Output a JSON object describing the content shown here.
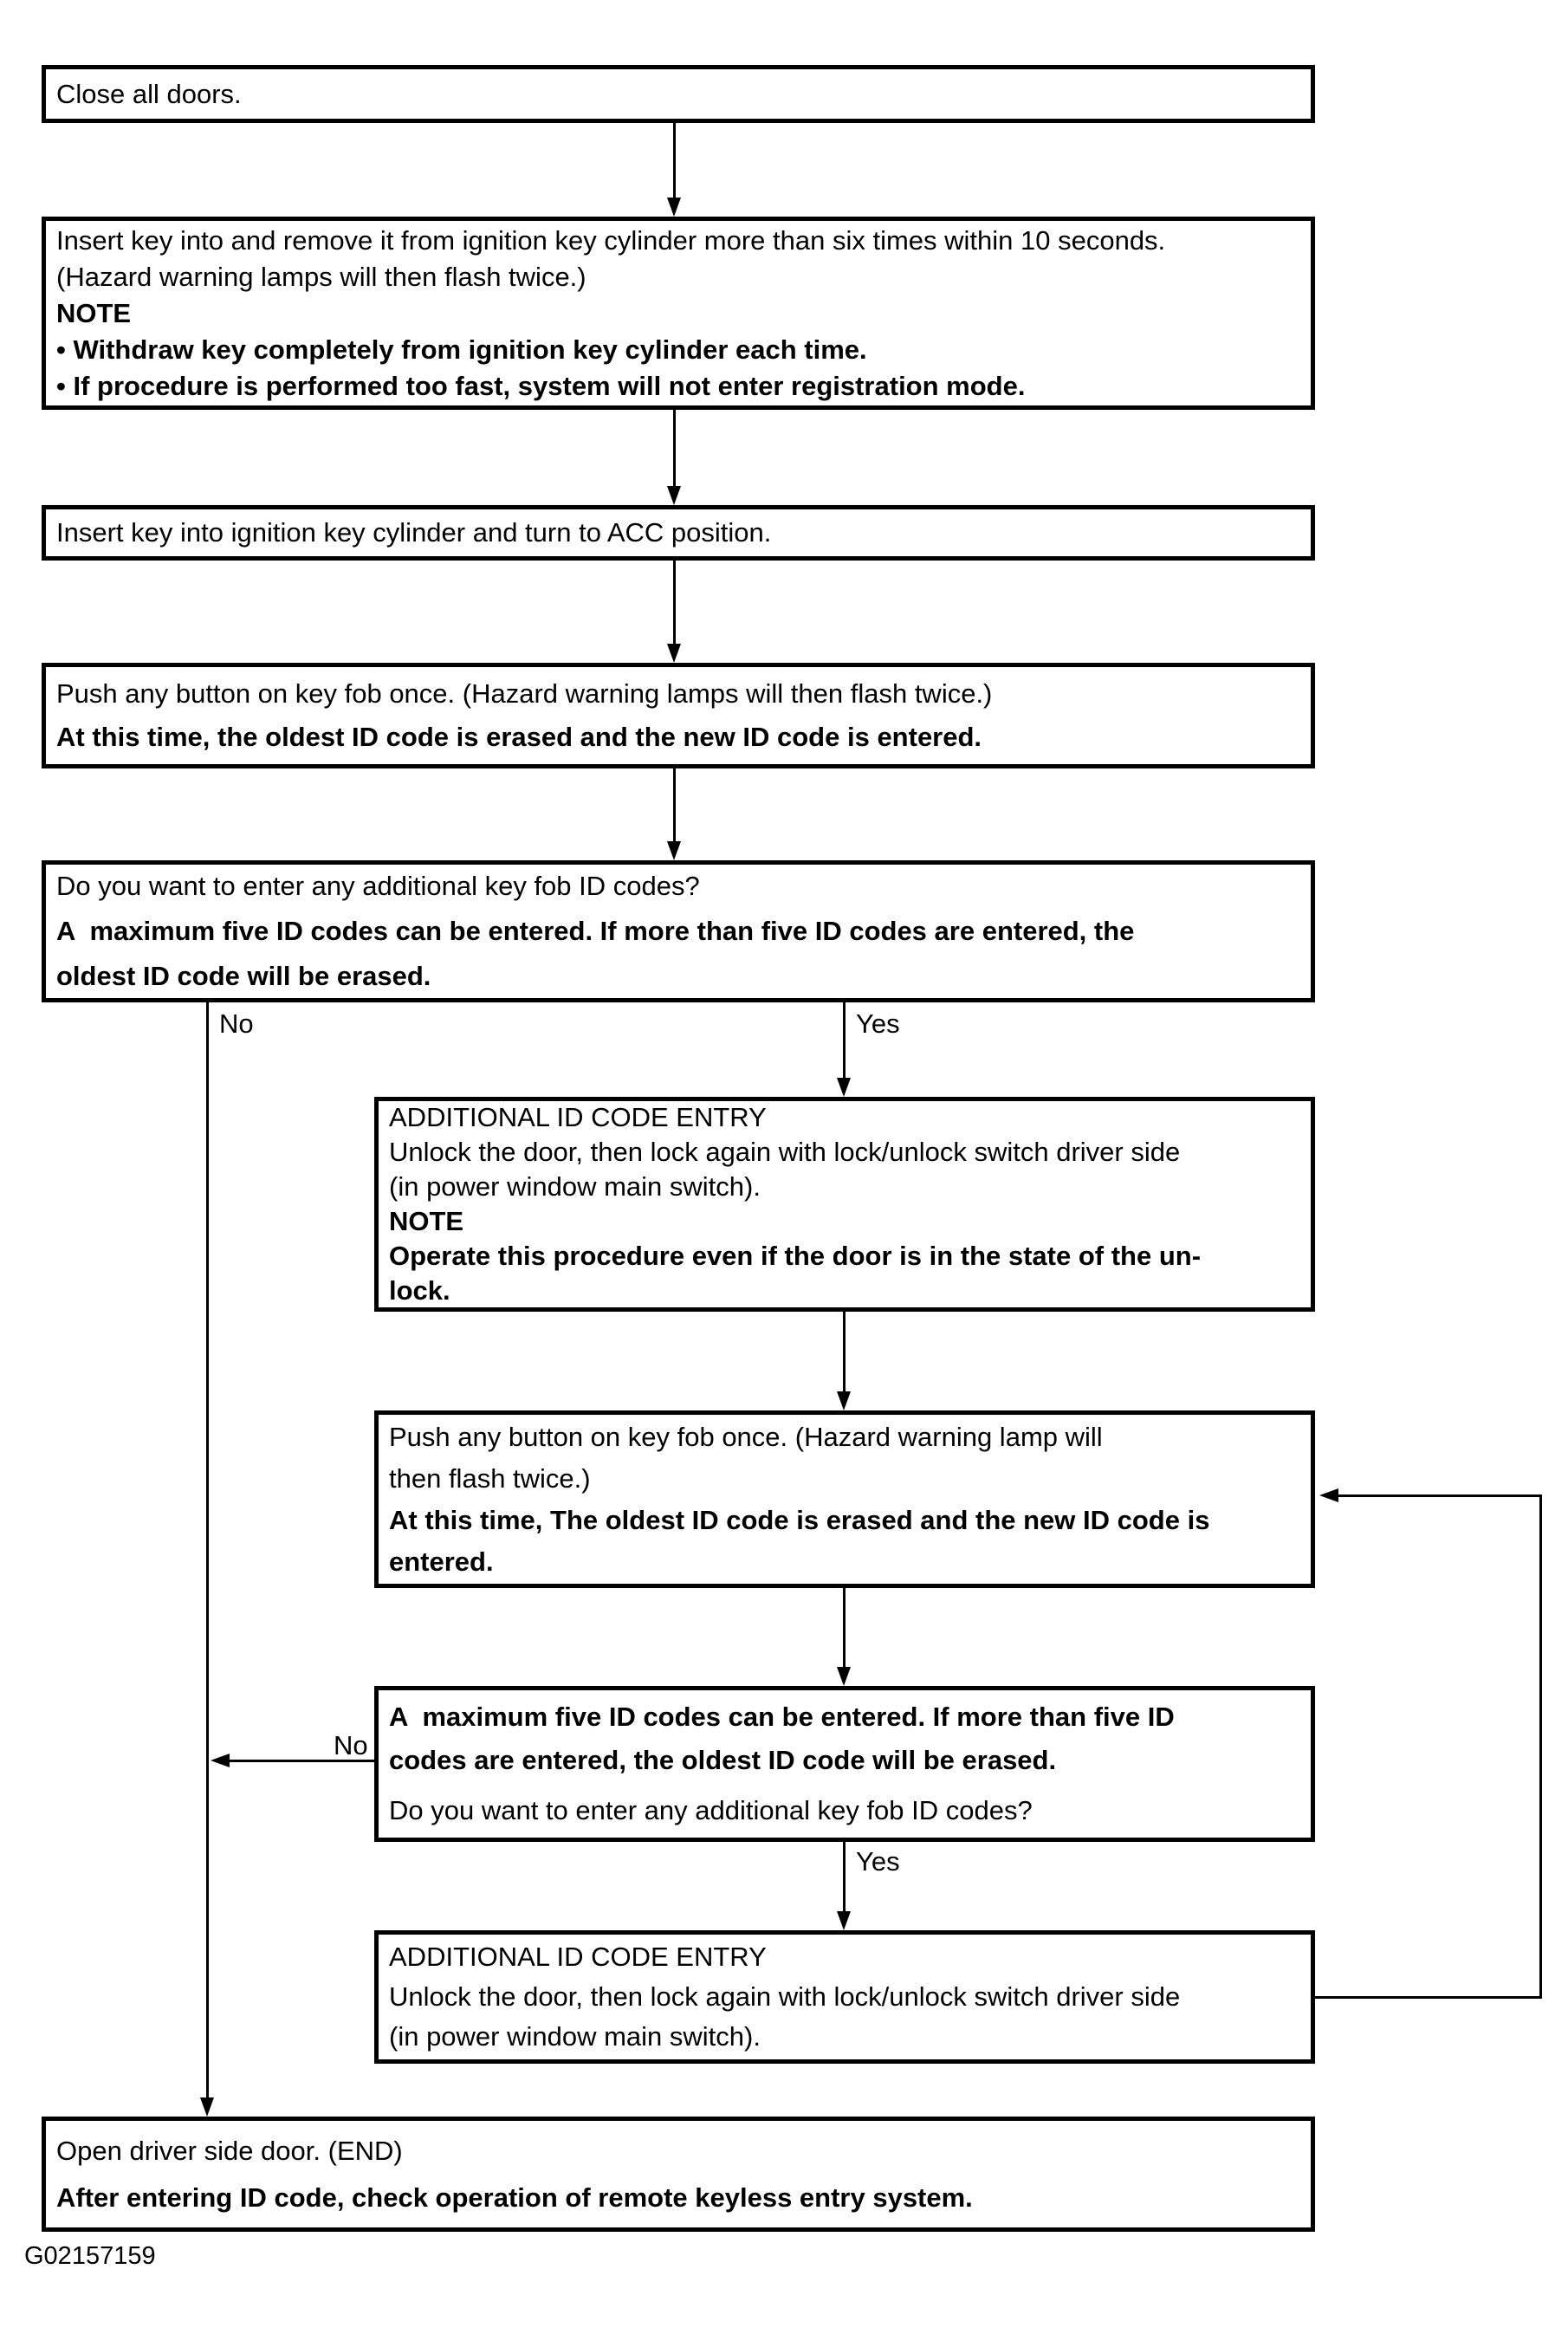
{
  "figure": {
    "code": "G02157159"
  },
  "branches": {
    "no1": "No",
    "yes1": "Yes",
    "no2": "No",
    "yes2": "Yes"
  },
  "boxes": {
    "close_doors": {
      "lines": [
        "Close all doors."
      ]
    },
    "insert_remove_key": {
      "lines": [
        "Insert key into and remove it from ignition key cylinder more than six times within 10 seconds.",
        "(Hazard warning lamps will then flash twice.)",
        "NOTE",
        "• Withdraw key completely from ignition key cylinder each time.",
        "• If procedure is performed too fast, system will not enter registration mode."
      ]
    },
    "turn_to_acc": {
      "lines": [
        "Insert key into ignition key cylinder and turn to ACC position."
      ]
    },
    "push_button_1": {
      "lines": [
        "Push any button on key fob once. (Hazard warning lamps will then flash twice.)",
        "At this time, the oldest ID code is erased and the new ID code is entered."
      ]
    },
    "additional_question_1": {
      "lines": [
        "Do you want to enter any additional key fob ID codes?",
        "A  maximum five ID codes can be entered. If more than five ID codes are entered, the",
        "oldest ID code will be erased."
      ]
    },
    "additional_entry_1": {
      "lines": [
        "ADDITIONAL ID CODE ENTRY",
        "Unlock the door, then lock again with lock/unlock switch driver side",
        "(in power window main switch).",
        "NOTE",
        "Operate this procedure even if the door is in the state of the un-",
        "lock."
      ]
    },
    "push_button_2": {
      "lines": [
        "Push any button on key fob once. (Hazard warning lamp will",
        "then flash twice.)",
        "At this time, The oldest ID code is erased and the new ID code is",
        "entered."
      ]
    },
    "additional_question_2": {
      "lines": [
        "A  maximum five ID codes can be entered. If more than five ID",
        "codes are entered, the oldest ID code will be erased.",
        "Do you want to enter any additional key fob ID codes?"
      ]
    },
    "additional_entry_2": {
      "lines": [
        "ADDITIONAL ID CODE ENTRY",
        "Unlock the door, then lock again with lock/unlock switch driver side",
        "(in power window main switch)."
      ]
    },
    "open_door_end": {
      "lines": [
        "Open driver side door. (END)",
        "After entering ID code, check operation of remote keyless entry system."
      ]
    }
  }
}
